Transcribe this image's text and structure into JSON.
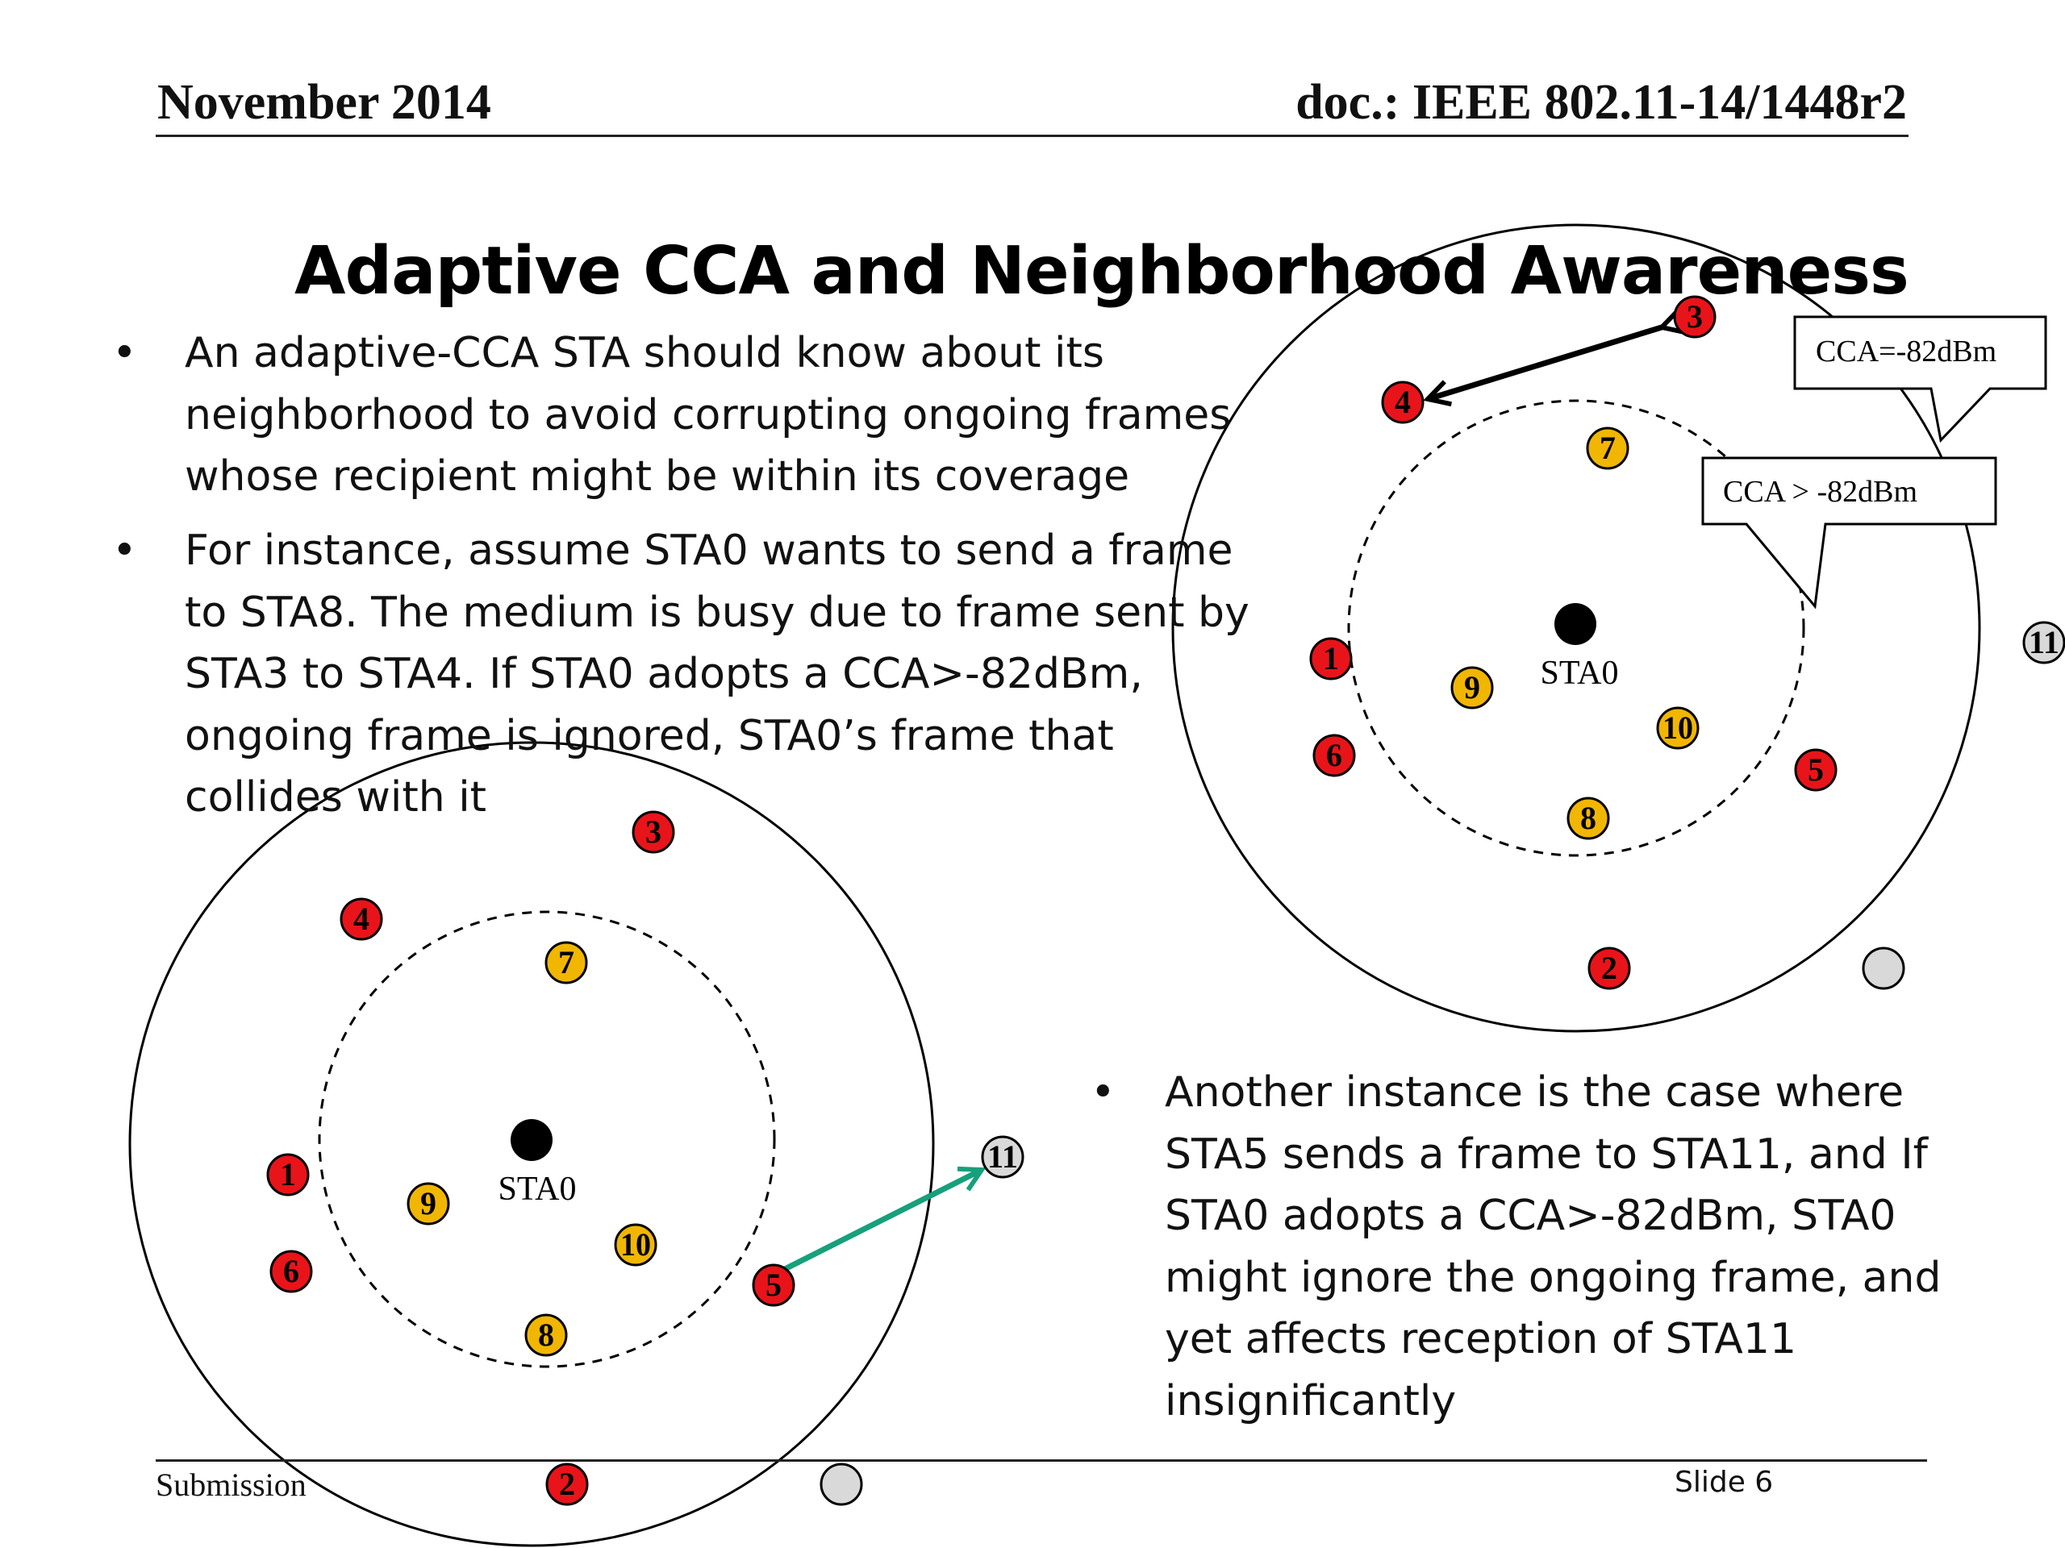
{
  "header": {
    "date": "November 2014",
    "doc": "doc.: IEEE 802.11-14/1448r2"
  },
  "title": "Adaptive CCA and Neighborhood Awareness",
  "bullets": [
    {
      "lines": [
        "An adaptive-CCA STA should know about its",
        "neighborhood to avoid corrupting ongoing frames",
        "whose recipient might be within its coverage"
      ]
    },
    {
      "lines": [
        "For instance, assume STA0 wants to send a frame",
        "to STA8. The medium is busy due to frame sent by",
        "STA3 to STA4. If STA0 adopts a CCA>-82dBm,",
        "ongoing frame is ignored, STA0’s frame that",
        "collides with it"
      ]
    },
    {
      "lines": [
        "Another instance is the case where",
        "STA5 sends a frame to STA11, and If",
        "STA0 adopts a CCA>-82dBm, STA0",
        "might ignore the ongoing frame, and",
        "yet affects reception of STA11",
        "insignificantly"
      ]
    }
  ],
  "bullet_glyph": "•",
  "diagrams": {
    "center_label": "STA0",
    "callout_outer": "CCA=-82dBm",
    "callout_inner": "CCA > -82dBm",
    "nodes": [
      "1",
      "2",
      "3",
      "4",
      "5",
      "6",
      "7",
      "8",
      "9",
      "10",
      "11"
    ]
  },
  "colors": {
    "red_node": "#e8141a",
    "yellow_node": "#f1b600",
    "gray_node": "#d9d9d9",
    "arrow_green": "#17a07c",
    "arrow_black": "#000000"
  },
  "footer": {
    "left": "Submission",
    "right": "Slide 6"
  }
}
